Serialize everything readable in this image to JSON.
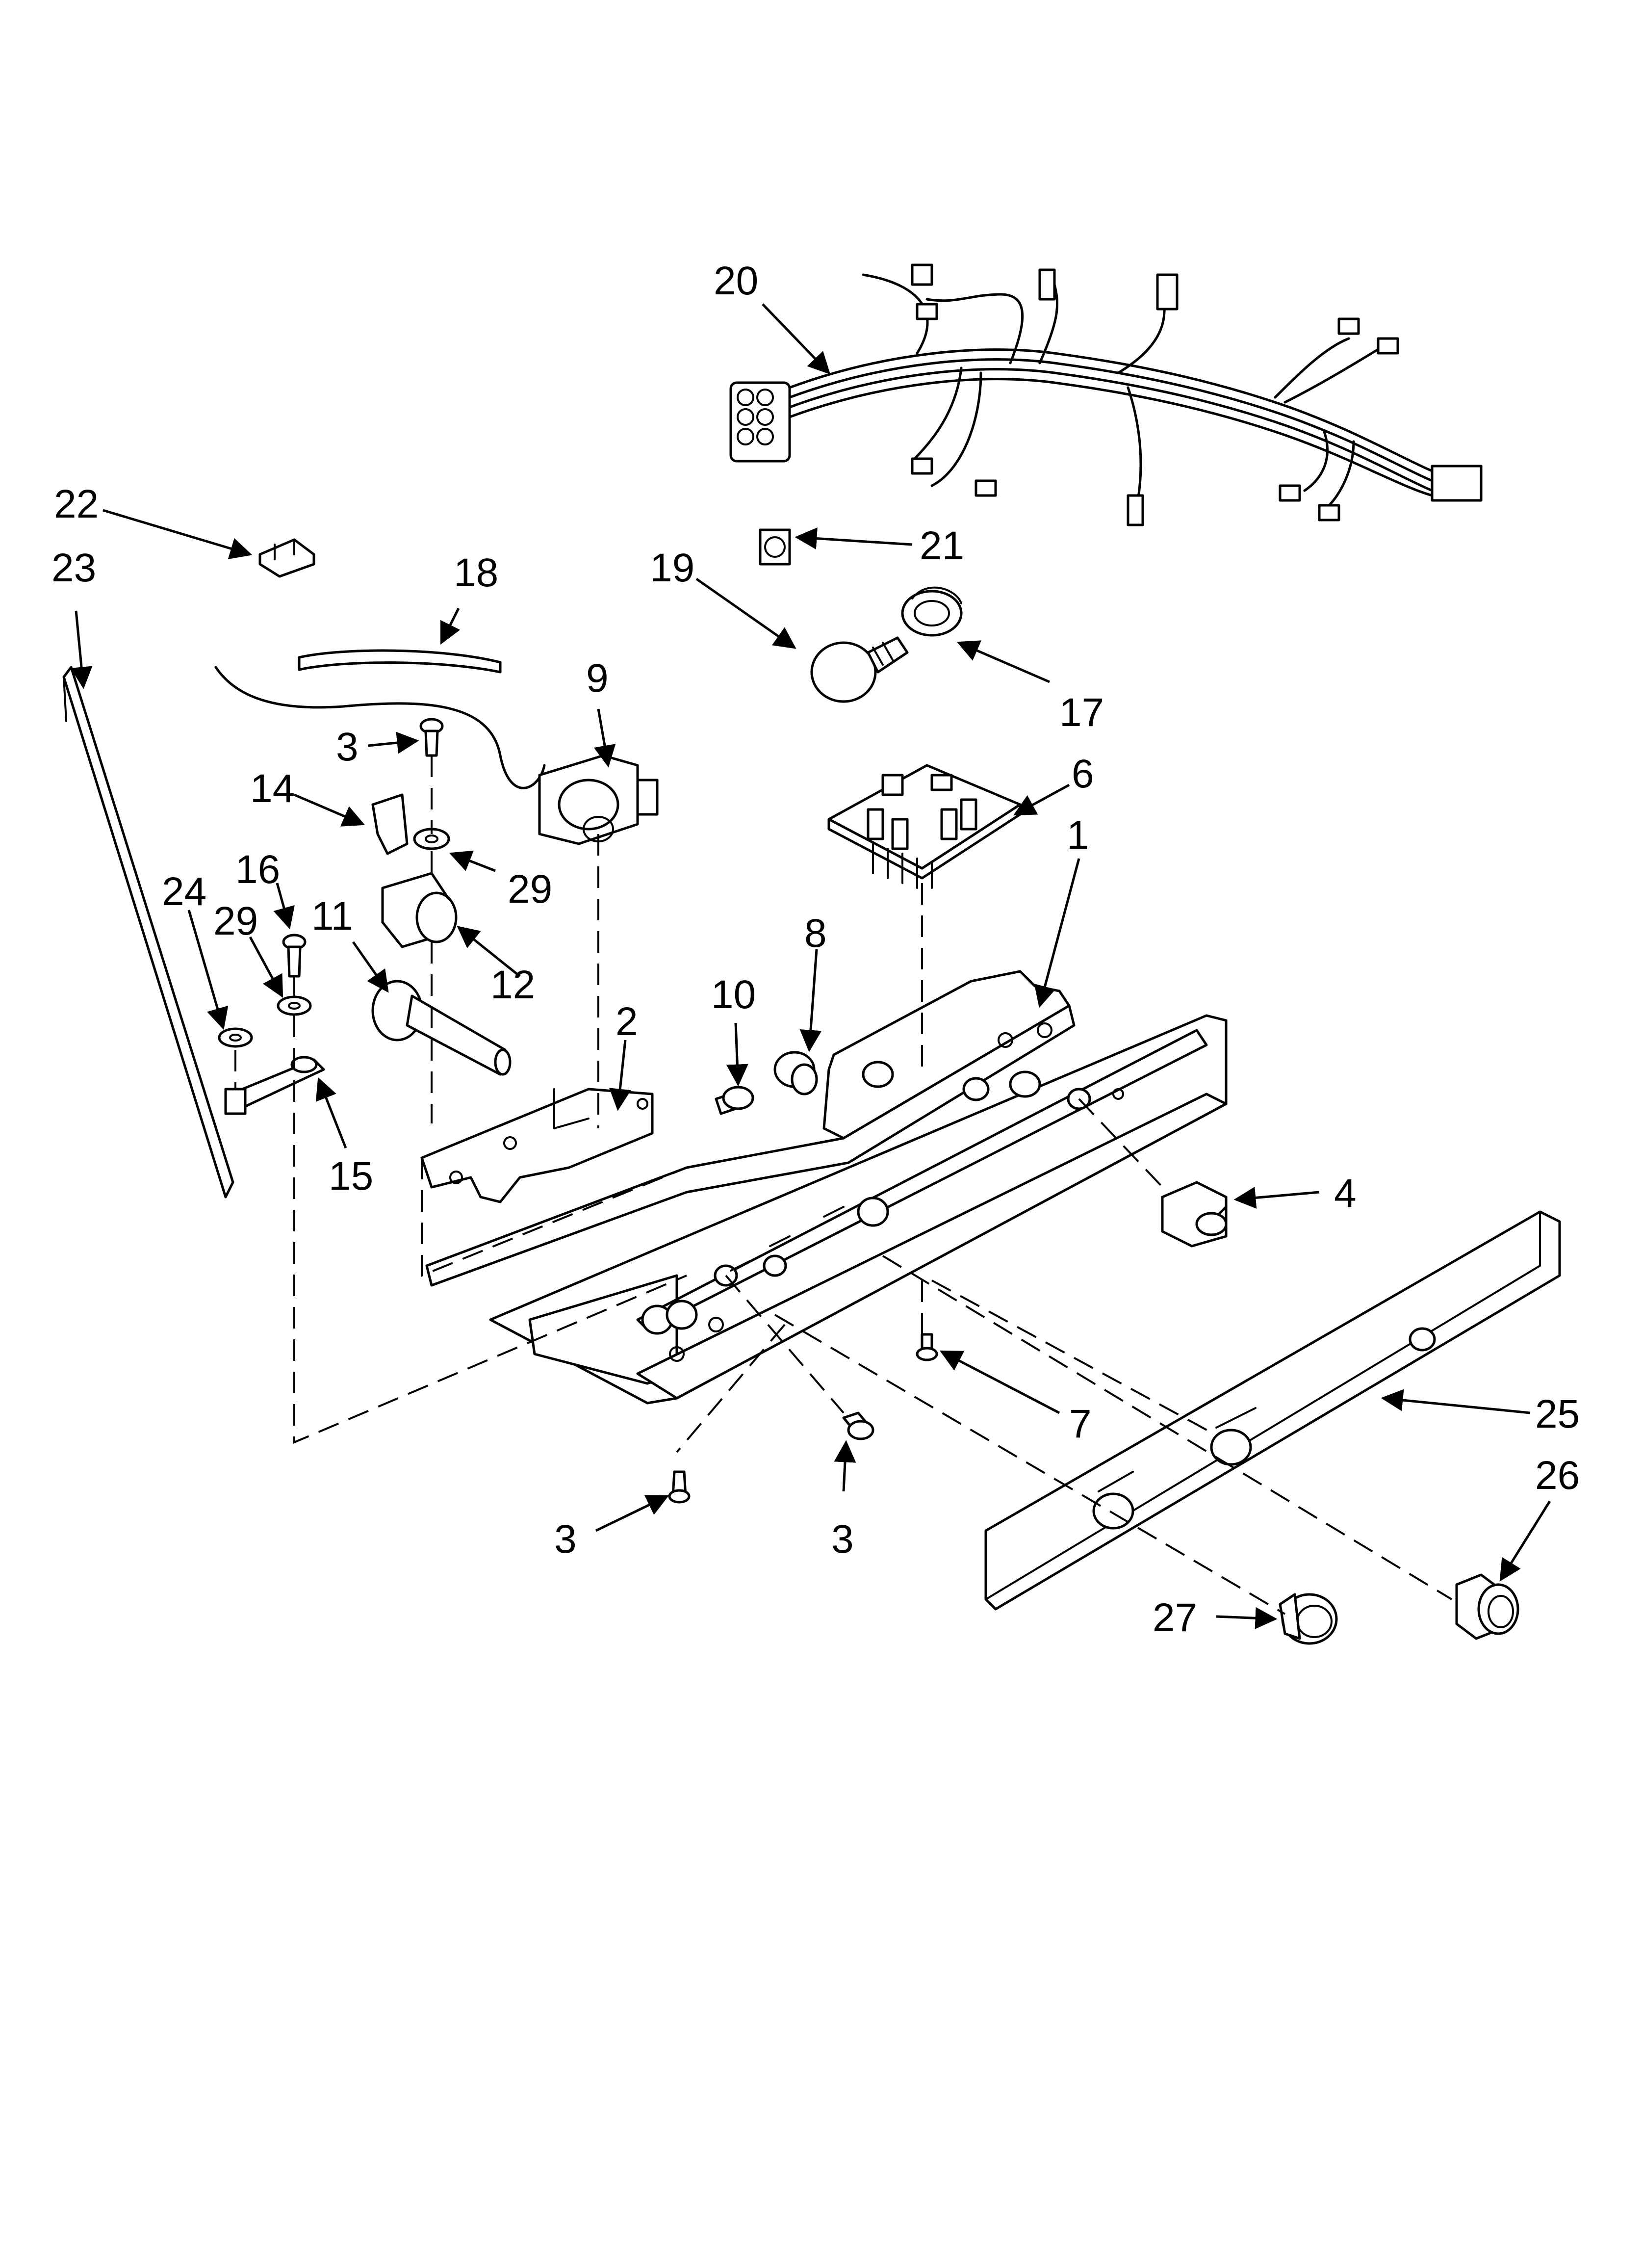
{
  "callouts": {
    "c1": "1",
    "c2": "2",
    "c3a": "3",
    "c3b": "3",
    "c3c": "3",
    "c4": "4",
    "c6": "6",
    "c7": "7",
    "c8": "8",
    "c9": "9",
    "c10": "10",
    "c11": "11",
    "c12": "12",
    "c14": "14",
    "c15": "15",
    "c16": "16",
    "c17": "17",
    "c18": "18",
    "c19": "19",
    "c20": "20",
    "c21": "21",
    "c22": "22",
    "c23": "23",
    "c24": "24",
    "c25": "25",
    "c26": "26",
    "c27": "27",
    "c29a": "29",
    "c29b": "29"
  }
}
